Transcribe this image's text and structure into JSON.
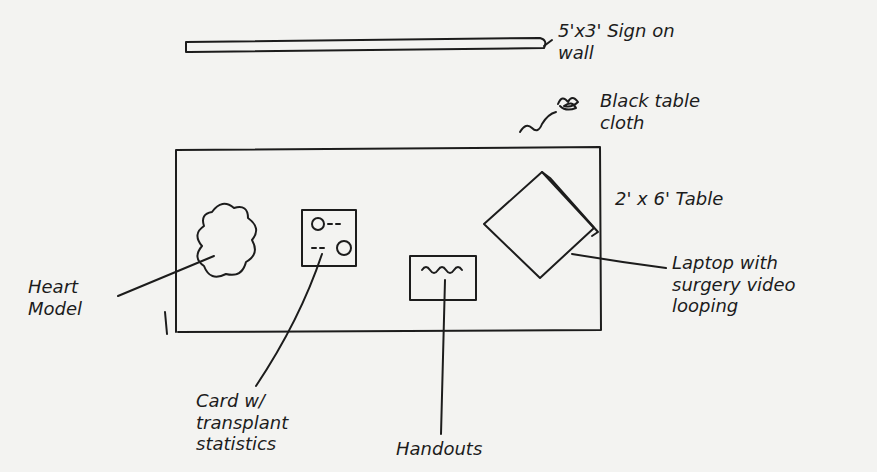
{
  "diagram": {
    "labels": [
      "5'x3' Sign on wall",
      "Black table cloth",
      "2' x 6' Table",
      "Heart Model",
      "Card w/ transplant statistics",
      "Handouts",
      "Laptop with surgery video looping"
    ]
  }
}
